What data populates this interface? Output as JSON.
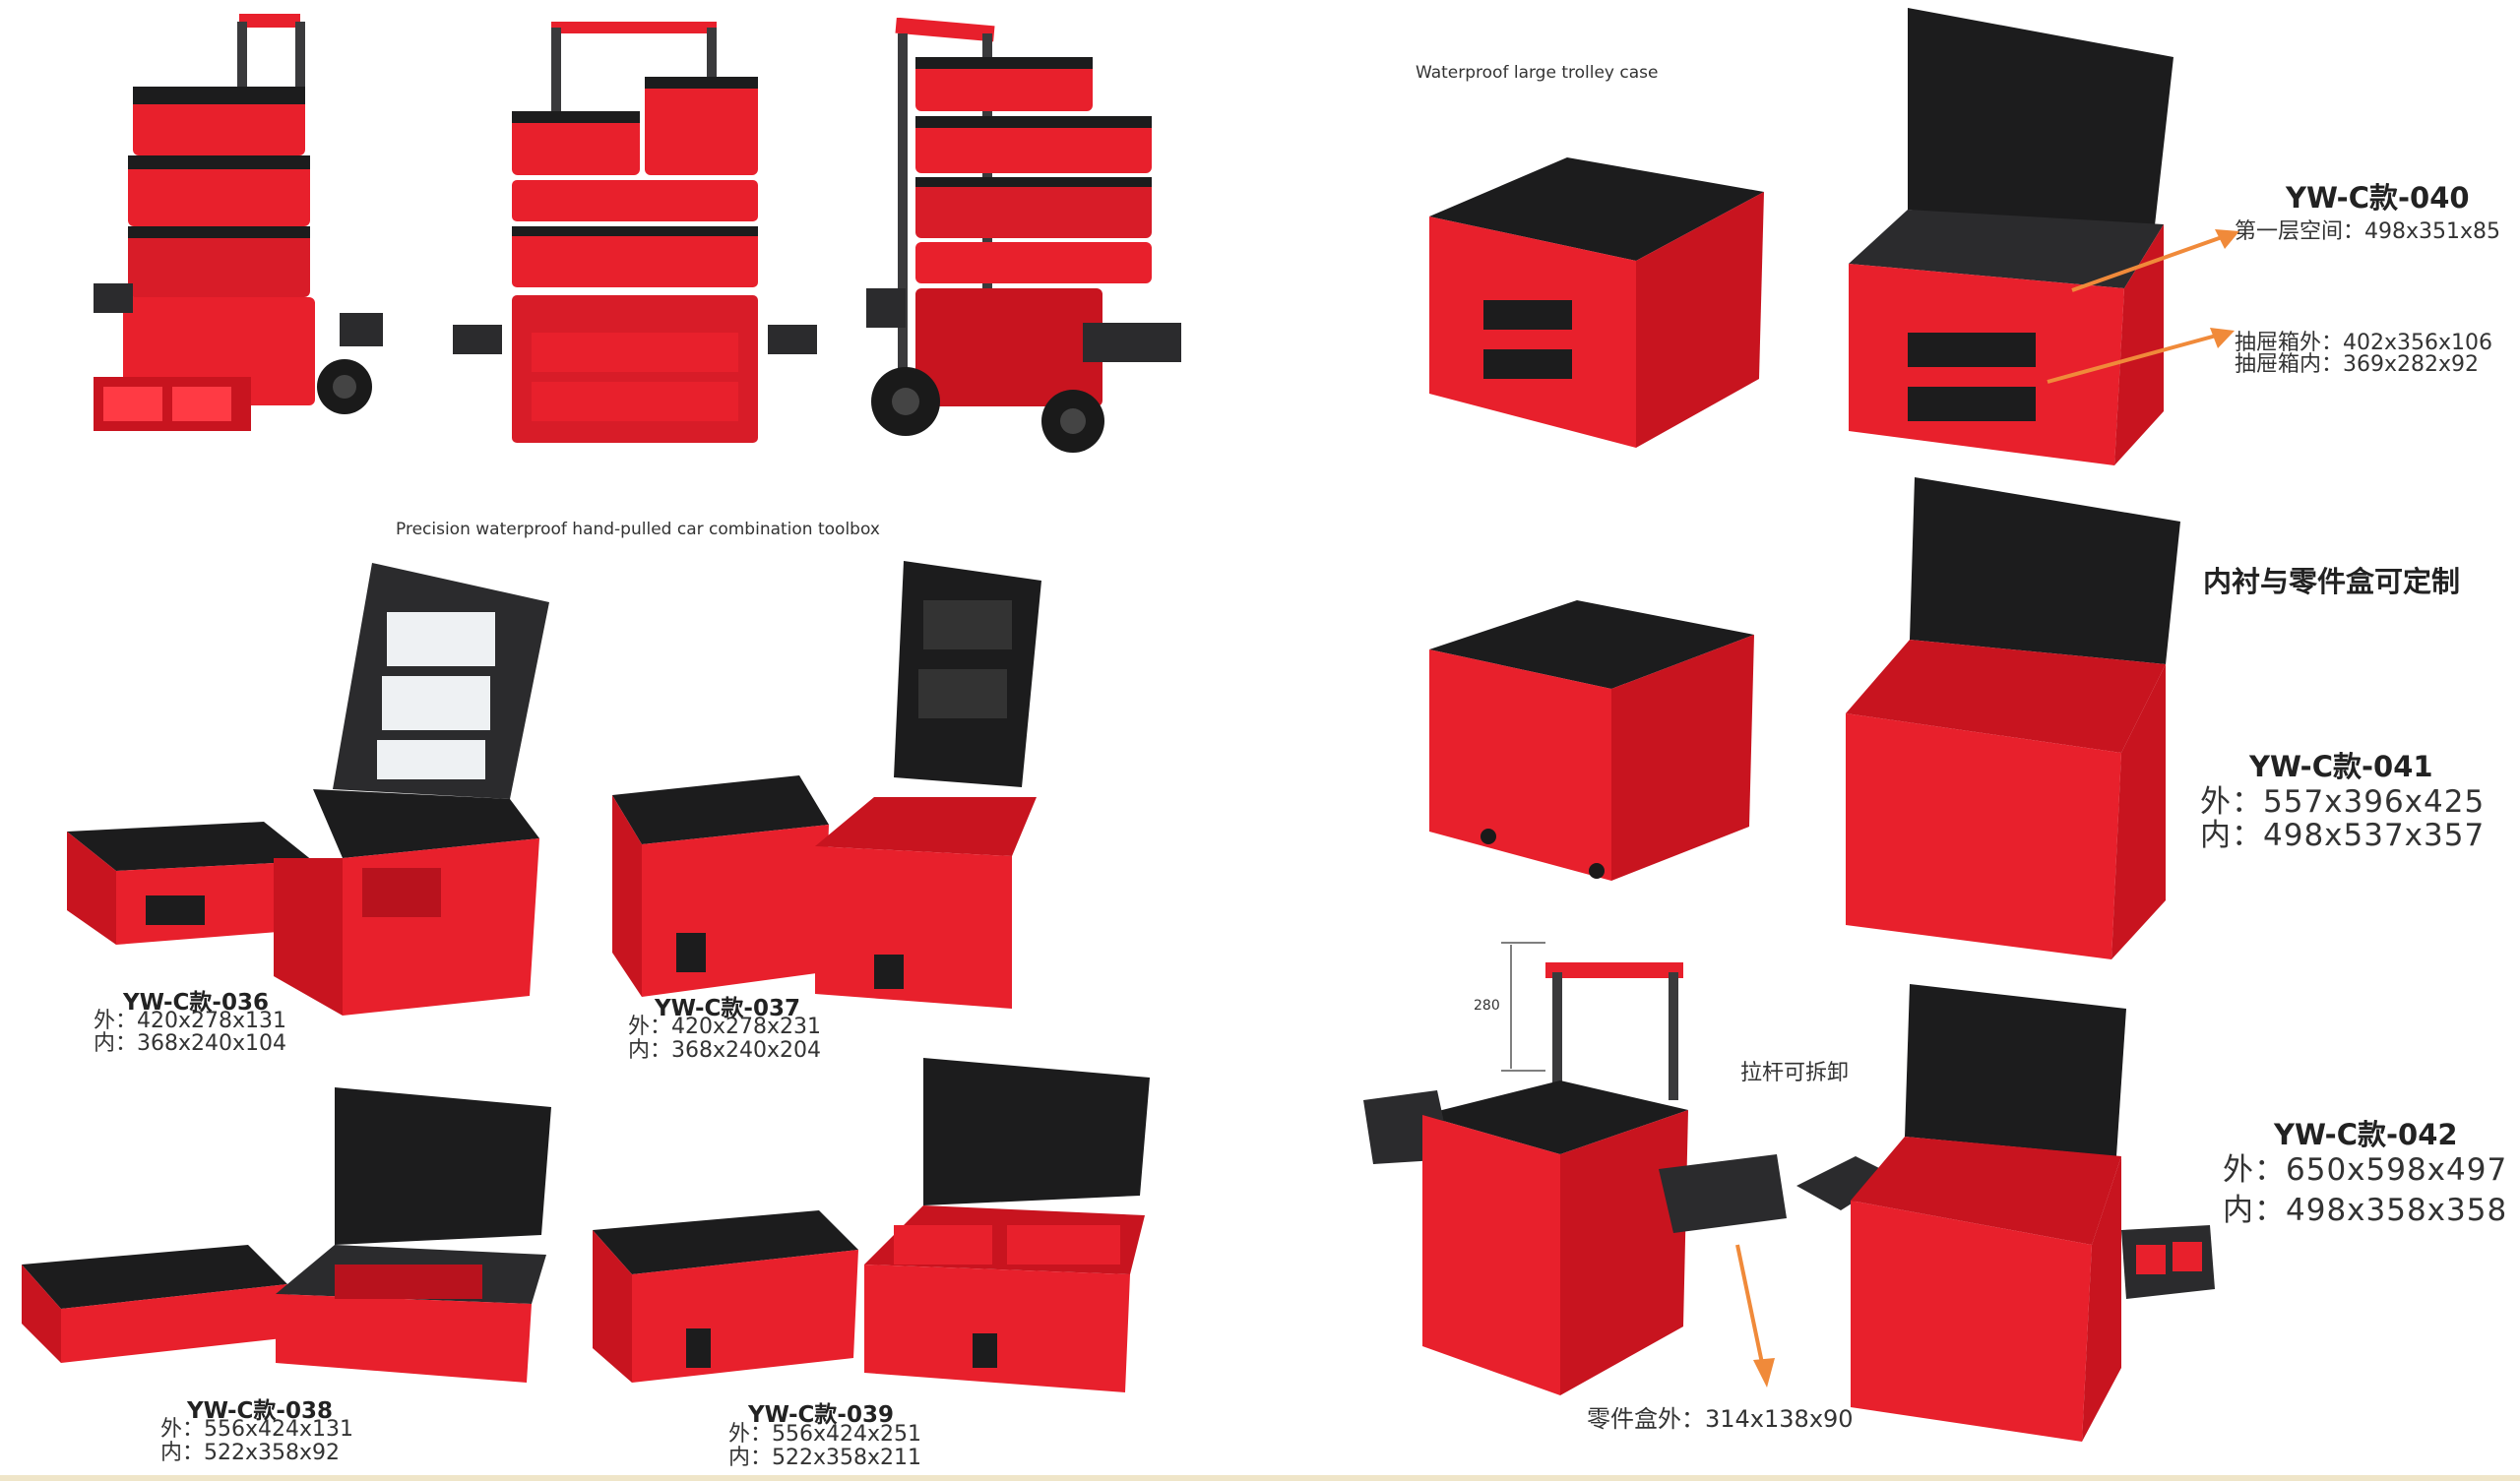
{
  "colors": {
    "case_red": "#e8202c",
    "case_dark_red": "#b8121d",
    "lid_black": "#1c1c1d",
    "handle_grey": "#3a3a3c",
    "arrow_orange": "#f08a3a",
    "strip": "#efe5c8"
  },
  "left": {
    "caption": "Precision waterproof hand-pulled car combination toolbox",
    "products": [
      {
        "model": "YW-C款-036",
        "outer": "外：420x278x131",
        "inner": "内：368x240x104"
      },
      {
        "model": "YW-C款-037",
        "outer": "外：420x278x231",
        "inner": "内：368x240x204"
      },
      {
        "model": "YW-C款-038",
        "outer": "外：556x424x131",
        "inner": "内：522x358x92"
      },
      {
        "model": "YW-C款-039",
        "outer": "外：556x424x251",
        "inner": "内：522x358x211"
      }
    ]
  },
  "right": {
    "caption": "Waterproof large trolley case",
    "c040": {
      "model": "YW-C款-040",
      "layer": "第一层空间：498x351x85",
      "drawer_outer": "抽屉箱外：402x356x106",
      "drawer_inner": "抽屉箱内：369x282x92"
    },
    "custom_note": "内衬与零件盒可定制",
    "c041": {
      "model": "YW-C款-041",
      "outer": "外：557x396x425",
      "inner": "内：498x537x357"
    },
    "c042": {
      "model": "YW-C款-042",
      "outer": "外：650x598x497",
      "inner": "内：498x358x358",
      "dim_label": "280",
      "handle_note": "拉杆可拆卸",
      "parts_box": "零件盒外：314x138x90"
    }
  }
}
